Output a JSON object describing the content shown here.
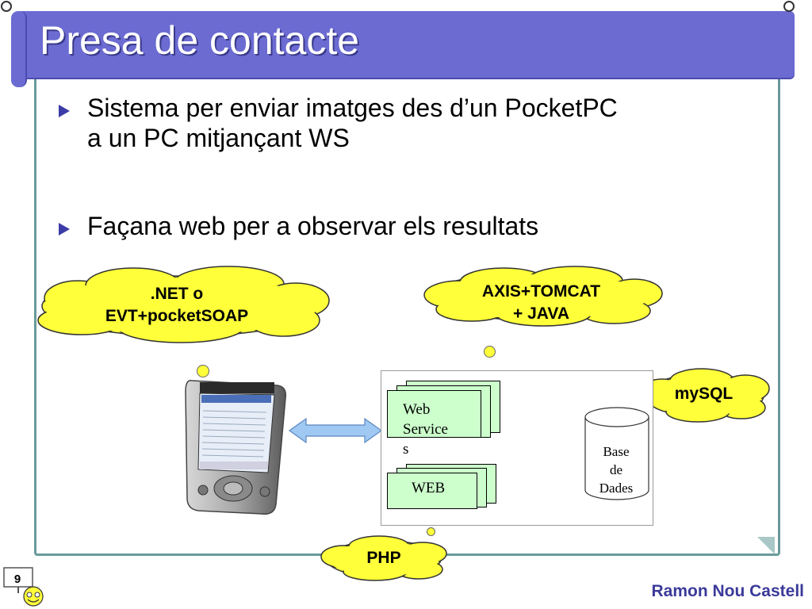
{
  "slide": {
    "title": "Presa de contacte",
    "bullets": [
      "Sistema per enviar imatges des d’un PocketPC a un PC mitjançant WS",
      "Façana web per a observar els resultats"
    ],
    "clouds": {
      "dotnet": ".NET o\nEVT+pocketSOAP",
      "axis": "AXIS+TOMCAT\n+ JAVA",
      "mysql": "mySQL",
      "php": "PHP"
    },
    "diagram": {
      "web_services": "Web\nService\ns",
      "web": "WEB",
      "database": "Base\nde\nDades"
    },
    "page_number": "9",
    "author": "Ramon Nou Castell"
  },
  "colors": {
    "banner": "#6b6bd2",
    "frame": "#6a9a9a",
    "cloud": "#ffff3a",
    "document": "#ccffcc",
    "arrow": "#9fc8f2",
    "author": "#3a3a9a"
  }
}
